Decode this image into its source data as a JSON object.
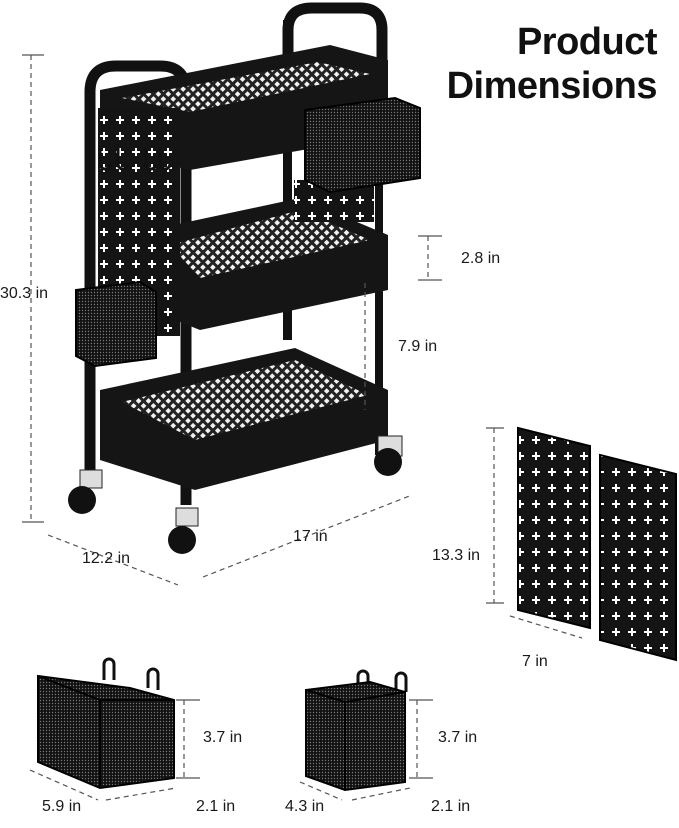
{
  "title": {
    "line1": "Product",
    "line2": "Dimensions"
  },
  "cart": {
    "height": "30.3 in",
    "tier_depth": "2.8 in",
    "tier_gap": "7.9 in",
    "width": "17 in",
    "depth": "12.2 in"
  },
  "pegboard": {
    "height": "13.3 in",
    "width": "7 in"
  },
  "large_basket": {
    "height": "3.7 in",
    "width": "5.9 in",
    "depth": "2.1 in"
  },
  "small_basket": {
    "height": "3.7 in",
    "width": "4.3 in",
    "depth": "2.1 in"
  }
}
